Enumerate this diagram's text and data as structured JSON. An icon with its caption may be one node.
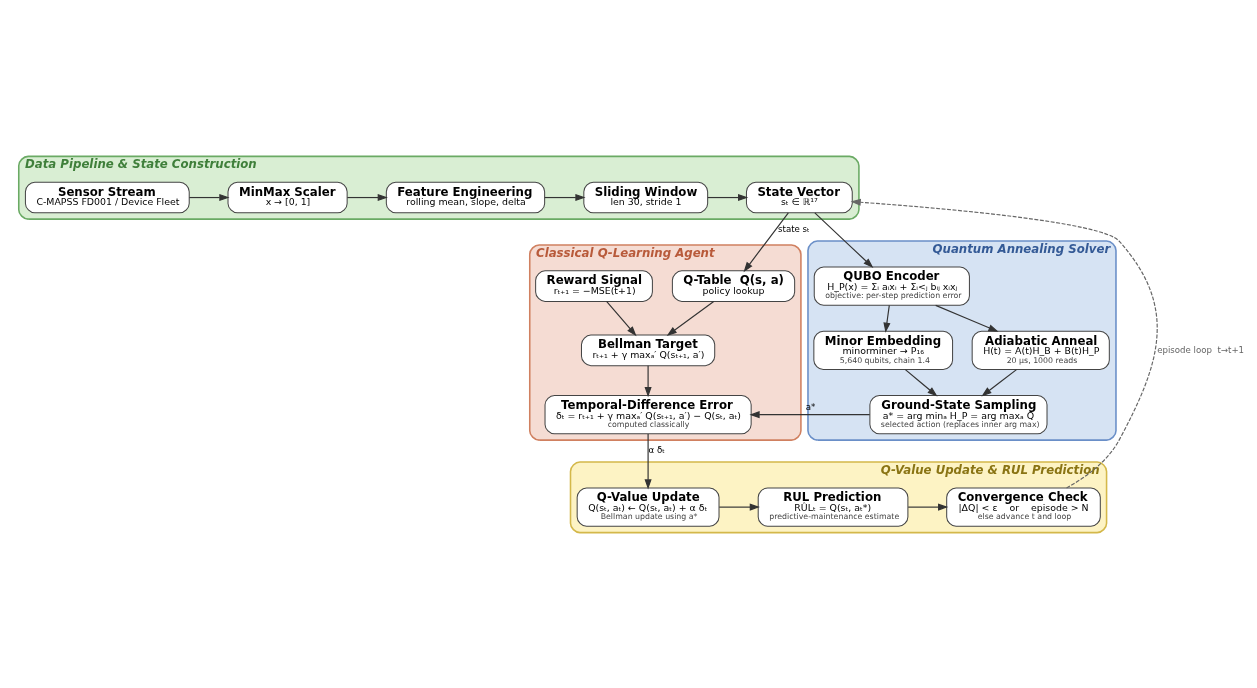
{
  "diagram": {
    "nodes": [
      {
        "text": [
          "Data Pipeline & State Construction"
        ]
      },
      {
        "text": [
          "Sensor Stream",
          "C-MAPSS FD001 / Device Fleet"
        ],
        "in": 0
      },
      {
        "text": [
          "MinMax Scaler",
          "x → [0, 1]"
        ],
        "in": 0
      },
      {
        "text": [
          "Feature Engineering",
          "rolling mean, slope, delta"
        ],
        "in": 0
      },
      {
        "text": [
          "Sliding Window",
          "len 30, stride 1"
        ],
        "in": 0
      },
      {
        "text": [
          "State Vector",
          "sₜ ∈ ℝ¹⁷"
        ],
        "in": 0
      },
      {
        "text": [
          "Classical Q-Learning Agent"
        ]
      },
      {
        "text": [
          "Q-Table  Q(s, a)",
          "policy lookup"
        ],
        "in": 6
      },
      {
        "text": [
          "Reward Signal",
          "rₜ₊₁ = −MSE(t+1)"
        ],
        "in": 6
      },
      {
        "text": [
          "Bellman Target",
          "rₜ₊₁ + γ maxₐ′ Q(sₜ₊₁, a′)"
        ],
        "in": 6
      },
      {
        "text": [
          "Temporal-Difference Error",
          "δₜ = rₜ₊₁ + γ maxₐ′ Q(sₜ₊₁, a′) − Q(sₜ, aₜ)",
          "computed classically"
        ],
        "in": 6
      },
      {
        "text": [
          "Quantum Annealing Solver"
        ]
      },
      {
        "text": [
          "QUBO Encoder",
          "H_P(x) = Σᵢ aᵢxᵢ + Σᵢ<ⱼ bᵢⱼ xᵢxⱼ",
          "objective: per-step prediction error"
        ],
        "in": 11
      },
      {
        "text": [
          "Minor Embedding",
          "minorminer → P₁₆",
          "5,640 qubits, chain 1.4"
        ],
        "in": 11
      },
      {
        "text": [
          "Adiabatic Anneal",
          "H(t) = A(t)H_B + B(t)H_P",
          "20 μs, 1000 reads"
        ],
        "in": 11
      },
      {
        "text": [
          "Ground-State Sampling",
          "a* = arg minₐ H_P = arg maxₐ Q",
          "selected action (replaces inner arg max)"
        ],
        "in": 11
      },
      {
        "text": [
          "Q-Value Update & RUL Prediction"
        ]
      },
      {
        "text": [
          "Q-Value Update",
          "Q(sₜ, aₜ) ← Q(sₜ, aₜ) + α δₜ",
          "Bellman update using a*"
        ],
        "in": 16
      },
      {
        "text": [
          "RUL Prediction",
          "RÛLₜ = Q(sₜ, aₜ*)",
          "predictive-maintenance estimate"
        ],
        "in": 16
      },
      {
        "text": [
          "Convergence Check",
          "|ΔQ| < ε    or    episode > N",
          "else advance t and loop"
        ],
        "in": 16
      }
    ],
    "edges": [
      {
        "from": 1,
        "to": 2,
        "arrow": "to"
      },
      {
        "from": 2,
        "to": 3,
        "arrow": "to"
      },
      {
        "from": 3,
        "to": 4,
        "arrow": "to"
      },
      {
        "from": 4,
        "to": 5,
        "arrow": "to"
      },
      {
        "from": 5,
        "to": 7,
        "arrow": "to",
        "label": "state sₜ"
      },
      {
        "from": 5,
        "to": 12,
        "arrow": "to"
      },
      {
        "from": 7,
        "to": 9,
        "arrow": "to"
      },
      {
        "from": 8,
        "to": 9,
        "arrow": "to"
      },
      {
        "from": 9,
        "to": 10,
        "arrow": "to"
      },
      {
        "from": 12,
        "to": 13,
        "arrow": "to"
      },
      {
        "from": 12,
        "to": 14,
        "arrow": "to"
      },
      {
        "from": 13,
        "to": 15,
        "arrow": "to"
      },
      {
        "from": 14,
        "to": 15,
        "arrow": "to"
      },
      {
        "from": 15,
        "to": 10,
        "arrow": "to",
        "label": "a*"
      },
      {
        "from": 10,
        "to": 17,
        "arrow": "to",
        "label": "α δₜ"
      },
      {
        "from": 17,
        "to": 18,
        "arrow": "to"
      },
      {
        "from": 18,
        "to": 19,
        "arrow": "to"
      },
      {
        "from": 19,
        "to": 5,
        "arrow": "to",
        "label": "episode loop  t→t+1",
        "style": "dashed",
        "color": "#666666"
      }
    ]
  }
}
